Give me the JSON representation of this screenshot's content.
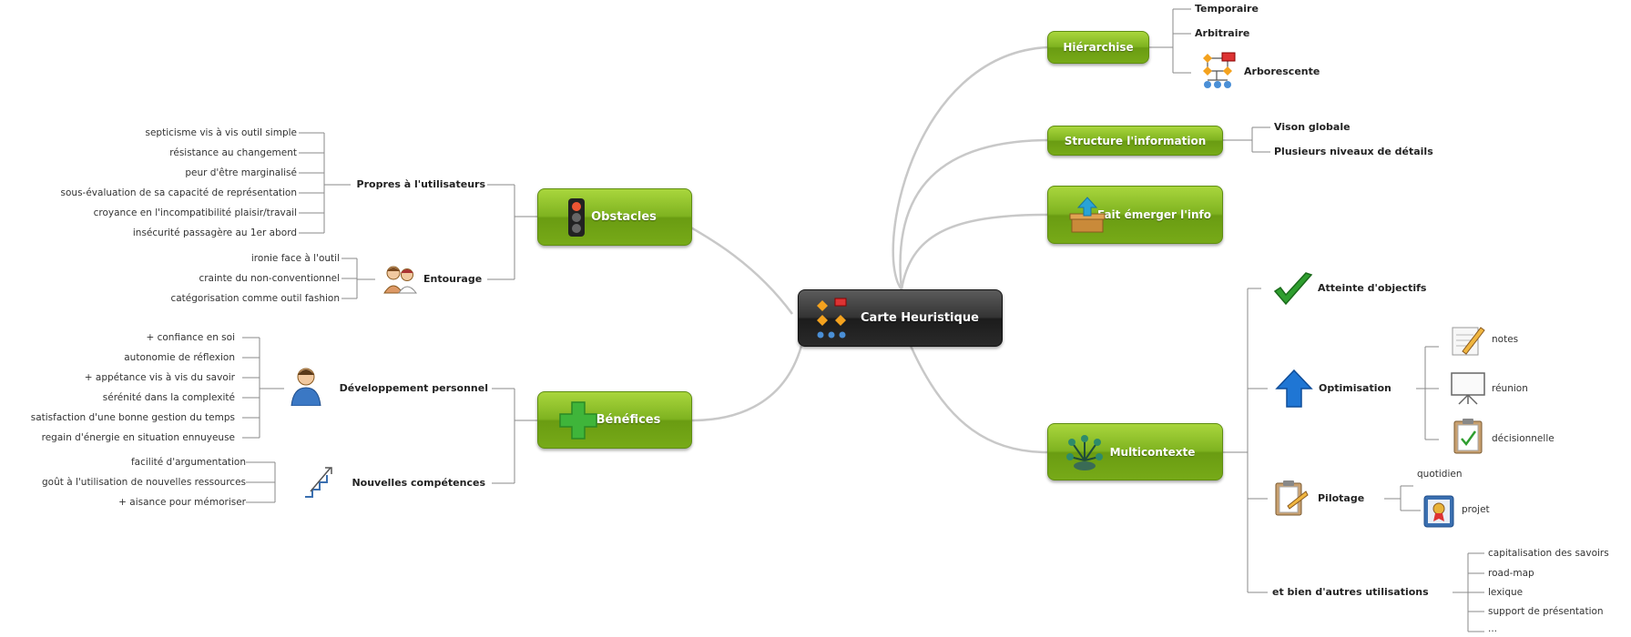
{
  "center": {
    "label": "Carte Heuristique"
  },
  "obstacles": {
    "label": "Obstacles",
    "propres": {
      "label": "Propres à l'utilisateurs",
      "items": [
        "septicisme vis à vis outil simple",
        "résistance au changement",
        "peur d'être marginalisé",
        "sous-évaluation de sa capacité de représentation",
        "croyance en l'incompatibilité plaisir/travail",
        "insécurité passagère au 1er abord"
      ]
    },
    "entourage": {
      "label": "Entourage",
      "items": [
        "ironie face à l'outil",
        "crainte du non-conventionnel",
        "catégorisation comme outil fashion"
      ]
    }
  },
  "benefices": {
    "label": "Bénéfices",
    "developpement": {
      "label": "Développement personnel",
      "items": [
        "+ confiance en soi",
        "autonomie de réflexion",
        "+ appétance vis à vis  du savoir",
        "sérénité dans la complexité",
        "satisfaction d'une bonne gestion du temps",
        "regain d'énergie en situation ennuyeuse"
      ]
    },
    "competences": {
      "label": "Nouvelles compétences",
      "items": [
        "facilité d'argumentation",
        "goût à l'utilisation de nouvelles ressources",
        "+ aisance pour mémoriser"
      ]
    }
  },
  "hierarchise": {
    "label": "Hiérarchise",
    "items": [
      "Temporaire",
      "Arbitraire",
      "Arborescente"
    ]
  },
  "structure": {
    "label": "Structure l'information",
    "items": [
      "Vison globale",
      "Plusieurs niveaux de détails"
    ]
  },
  "emerger": {
    "label": "Fait émerger l'info"
  },
  "multicontexte": {
    "label": "Multicontexte",
    "atteinte": {
      "label": "Atteinte d'objectifs"
    },
    "optimisation": {
      "label": "Optimisation",
      "items": [
        "notes",
        "réunion",
        "décisionnelle"
      ]
    },
    "pilotage": {
      "label": "Pilotage",
      "items": [
        "quotidien",
        "projet"
      ]
    },
    "autres": {
      "label": "et bien d'autres utilisations",
      "items": [
        "capitalisation des savoirs",
        "road-map",
        "lexique",
        "support de présentation",
        "..."
      ]
    }
  }
}
